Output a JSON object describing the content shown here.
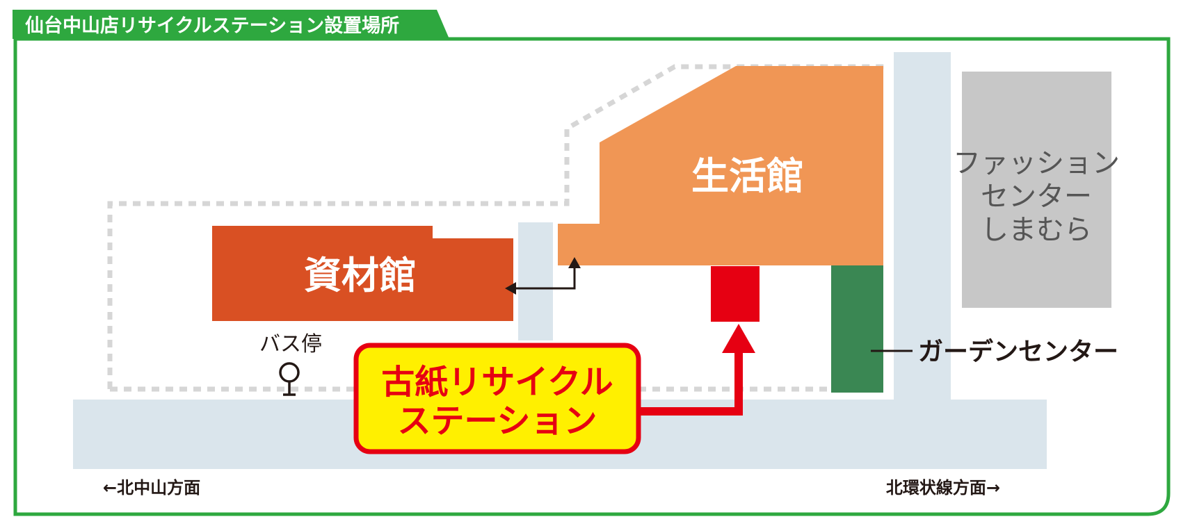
{
  "header": {
    "title": "仙台中山店リサイクルステーション設置場所"
  },
  "buildings": {
    "shizaikan": "資材館",
    "seikatsukan": "生活館",
    "shimamura": [
      "ファッション",
      "センター",
      "しまむら"
    ]
  },
  "landmarks": {
    "bus_stop": "バス停",
    "garden_center": "ガーデンセンター"
  },
  "callout": {
    "line1": "古紙リサイクル",
    "line2": "ステーション"
  },
  "directions": {
    "left": "←北中山方面",
    "right": "北環状線方面→"
  },
  "colors": {
    "frame_green": "#2ea83f",
    "shizaikan": "#d95023",
    "seikatsukan": "#f09655",
    "shimamura": "#c7c7c7",
    "garden_center": "#3a8753",
    "station_box": "#e60012",
    "road": "#dae5ec",
    "callout_fill": "#fff000"
  }
}
